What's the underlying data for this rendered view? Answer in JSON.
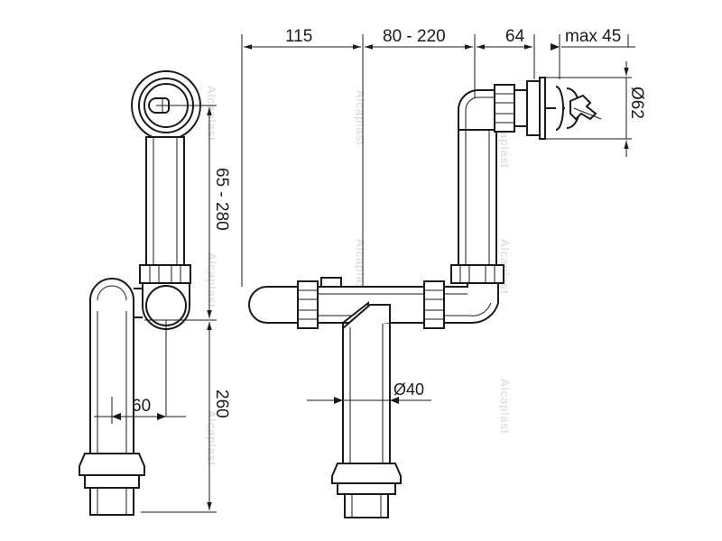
{
  "dimensions": {
    "top_1": "115",
    "top_2": "80 - 220",
    "top_3": "64",
    "top_4": "max 45",
    "diameter_flange": "Ø62",
    "height_upper": "65 - 280",
    "height_lower": "260",
    "offset": "60",
    "diameter_pipe": "Ø40"
  },
  "watermark": "Alcaplast"
}
